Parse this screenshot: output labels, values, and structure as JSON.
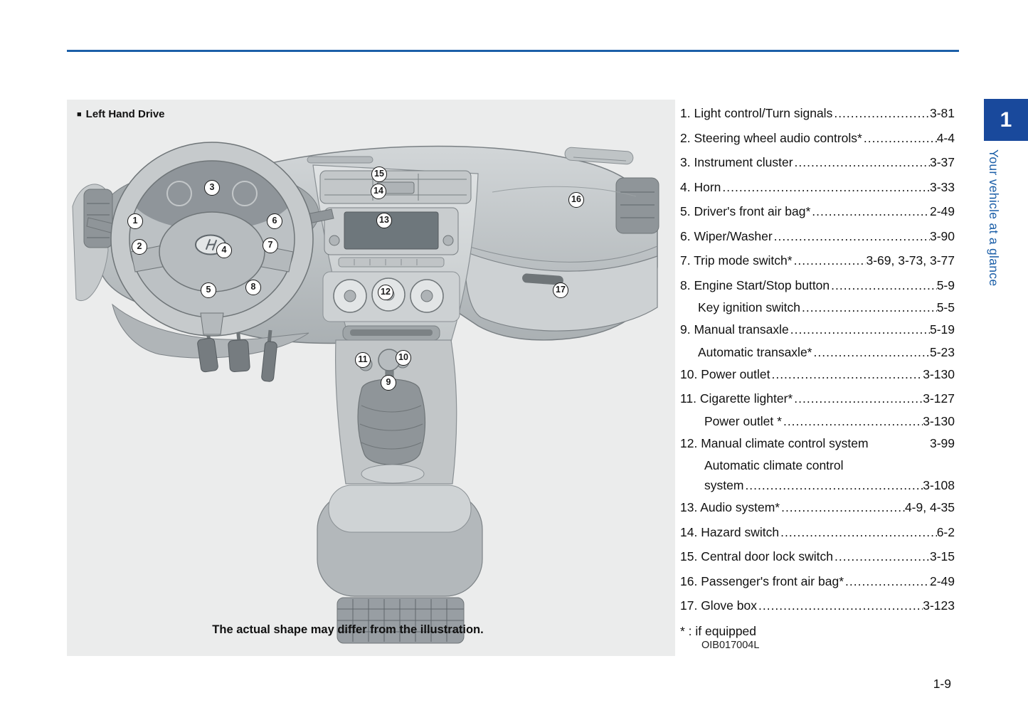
{
  "colors": {
    "accent_blue": "#1c5fa8",
    "tab_blue": "#19499c",
    "illustration_bg": "#ebecec",
    "text": "#1a1a1a"
  },
  "sidebar_tab": {
    "chapter_number": "1",
    "chapter_label": "Your vehicle at a glance"
  },
  "footer": {
    "page_number": "1-9"
  },
  "illustration": {
    "marker": "■",
    "title": "Left Hand Drive",
    "caption": "The actual shape may differ from the illustration.",
    "image_code": "OIB017004L",
    "callouts": [
      "1",
      "2",
      "3",
      "4",
      "5",
      "6",
      "7",
      "8",
      "9",
      "10",
      "11",
      "12",
      "13",
      "14",
      "15",
      "16",
      "17"
    ]
  },
  "legend": {
    "rows": [
      {
        "text": "1. Light control/Turn signals",
        "page": "3-81"
      },
      {
        "text": "2. Steering wheel audio controls*",
        "page": "4-4"
      },
      {
        "text": "3. Instrument cluster",
        "page": "3-37"
      },
      {
        "text": "4. Horn",
        "page": "3-33"
      },
      {
        "text": "5. Driver's front air bag*",
        "page": "2-49"
      },
      {
        "text": "6. Wiper/Washer",
        "page": "3-90"
      },
      {
        "text": "7. Trip mode switch*",
        "page": "3-69, 3-73, 3-77"
      },
      {
        "text": "8. Engine Start/Stop button",
        "page": "5-9"
      },
      {
        "text": "Key ignition switch",
        "page": "5-5"
      },
      {
        "text": "9. Manual transaxle",
        "page": "5-19"
      },
      {
        "text": "Automatic transaxle*",
        "page": "5-23"
      },
      {
        "text": "10. Power outlet",
        "page": "3-130"
      },
      {
        "text": "11. Cigarette lighter*",
        "page": "3-127"
      },
      {
        "text": "Power outlet *",
        "page": "3-130"
      },
      {
        "text": "12. Manual climate control system",
        "page": "3-99"
      },
      {
        "text": "Automatic climate control",
        "page": ""
      },
      {
        "text": "system",
        "page": "3-108"
      },
      {
        "text": "13. Audio system*",
        "page": "4-9, 4-35"
      },
      {
        "text": "14. Hazard switch",
        "page": "6-2"
      },
      {
        "text": "15. Central door lock switch",
        "page": "3-15"
      },
      {
        "text": "16. Passenger's front air bag*",
        "page": "2-49"
      },
      {
        "text": "17. Glove box",
        "page": "3-123"
      }
    ],
    "footnote": "* : if equipped"
  }
}
